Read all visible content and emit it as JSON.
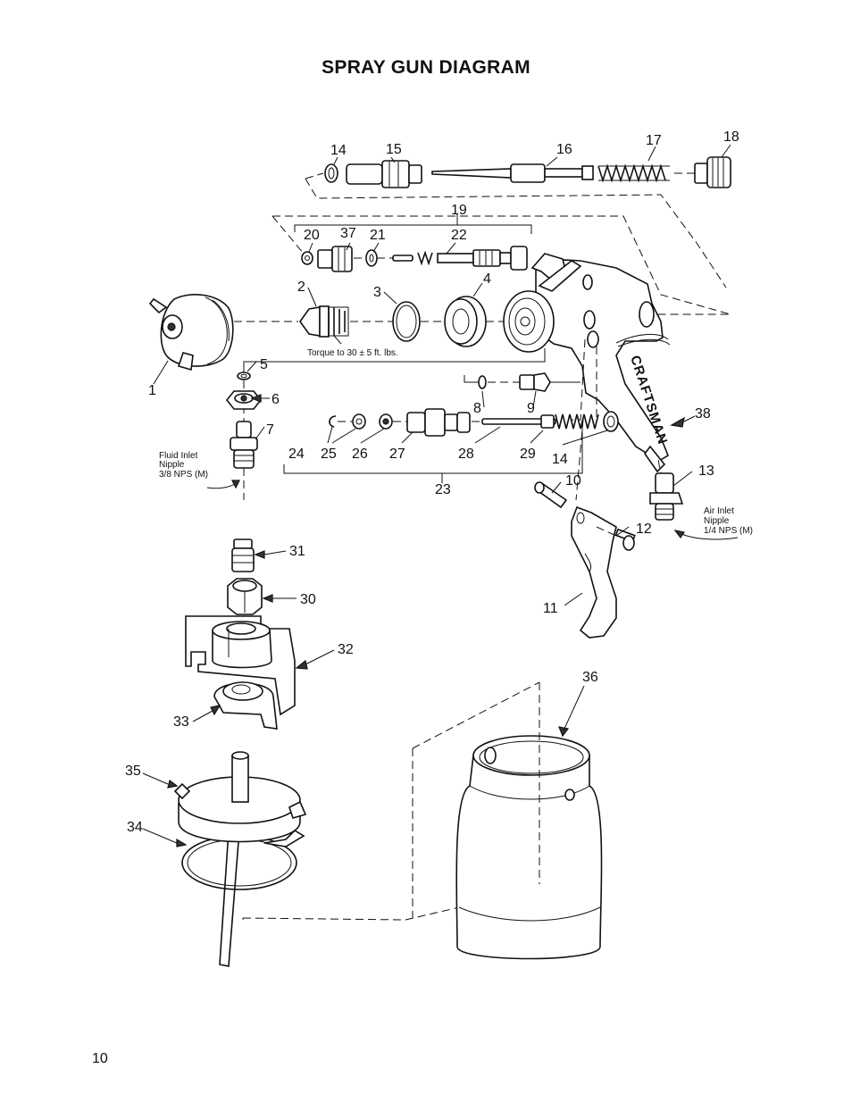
{
  "title": "SPRAY GUN DIAGRAM",
  "page_number": "10",
  "brand_logo_text": "CRAFTSMAN",
  "notes": {
    "torque": "Torque to 30 ± 5 ft. lbs.",
    "fluid_inlet": [
      "Fluid Inlet",
      "Nipple",
      "3/8 NPS (M)"
    ],
    "air_inlet": [
      "Air Inlet",
      "Nipple",
      "1/4 NPS (M)"
    ]
  },
  "callouts": {
    "p1": "1",
    "p2": "2",
    "p3": "3",
    "p4": "4",
    "p5": "5",
    "p6": "6",
    "p7": "7",
    "p8": "8",
    "p9": "9",
    "p10": "10",
    "p11": "11",
    "p12": "12",
    "p13": "13",
    "p14a": "14",
    "p14b": "14",
    "p15": "15",
    "p16": "16",
    "p17": "17",
    "p18": "18",
    "p19": "19",
    "p20": "20",
    "p21": "21",
    "p22": "22",
    "p23": "23",
    "p24": "24",
    "p25": "25",
    "p26": "26",
    "p27": "27",
    "p28": "28",
    "p29": "29",
    "p30": "30",
    "p31": "31",
    "p32": "32",
    "p33": "33",
    "p34": "34",
    "p35": "35",
    "p36": "36",
    "p37": "37",
    "p38": "38"
  }
}
